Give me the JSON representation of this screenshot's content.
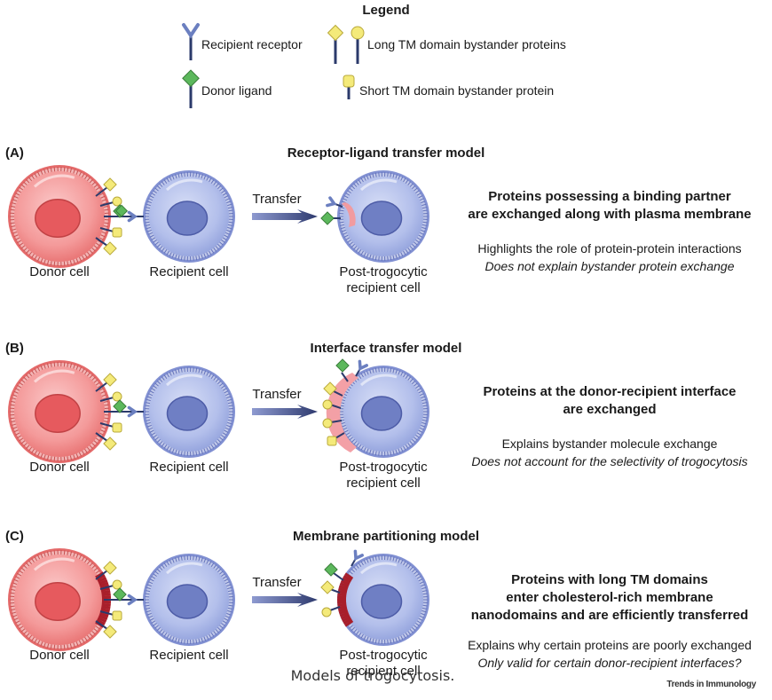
{
  "legend": {
    "title": "Legend",
    "recipient_receptor": "Recipient receptor",
    "donor_ligand": "Donor ligand",
    "long_tm": "Long TM domain bystander proteins",
    "short_tm": "Short TM domain bystander protein"
  },
  "panels": [
    {
      "letter": "(A)",
      "title": "Receptor-ligand transfer model",
      "donor_label": "Donor cell",
      "recipient_label": "Recipient cell",
      "arrow_label": "Transfer",
      "post_label_1": "Post-trogocytic",
      "post_label_2": "recipient cell",
      "bold_1": "Proteins possessing a binding partner",
      "bold_2": "are exchanged along with plasma membrane",
      "bold_3": "",
      "plain": "Highlights the role of protein-protein interactions",
      "italic": "Does not explain bystander protein exchange"
    },
    {
      "letter": "(B)",
      "title": "Interface transfer model",
      "donor_label": "Donor cell",
      "recipient_label": "Recipient cell",
      "arrow_label": "Transfer",
      "post_label_1": "Post-trogocytic",
      "post_label_2": "recipient cell",
      "bold_1": "Proteins at the donor-recipient interface",
      "bold_2": "are exchanged",
      "bold_3": "",
      "plain": "Explains bystander molecule exchange",
      "italic": "Does not account for the selectivity of trogocytosis"
    },
    {
      "letter": "(C)",
      "title": "Membrane partitioning model",
      "donor_label": "Donor cell",
      "recipient_label": "Recipient cell",
      "arrow_label": "Transfer",
      "post_label_1": "Post-trogocytic",
      "post_label_2": "recipient cell",
      "bold_1": "Proteins with long TM domains",
      "bold_2": "enter cholesterol-rich membrane",
      "bold_3": "nanodomains and are efficiently transferred",
      "plain": "Explains why certain proteins are poorly exchanged",
      "italic": "Only valid for certain donor-recipient interfaces?"
    }
  ],
  "caption": "Models of trogocytosis.",
  "journal": "Trends in Immunology",
  "colors": {
    "donor": "#f08080",
    "donor_nucleus": "#e65a5e",
    "recipient": "#aab8e8",
    "recipient_nucleus": "#6f7fc4",
    "stalk": "#2b3a6b",
    "yellow": "#f4ea7a",
    "green": "#5cb85c",
    "receptor": "#6b7fc0",
    "arrow": "#2e3a6e"
  }
}
